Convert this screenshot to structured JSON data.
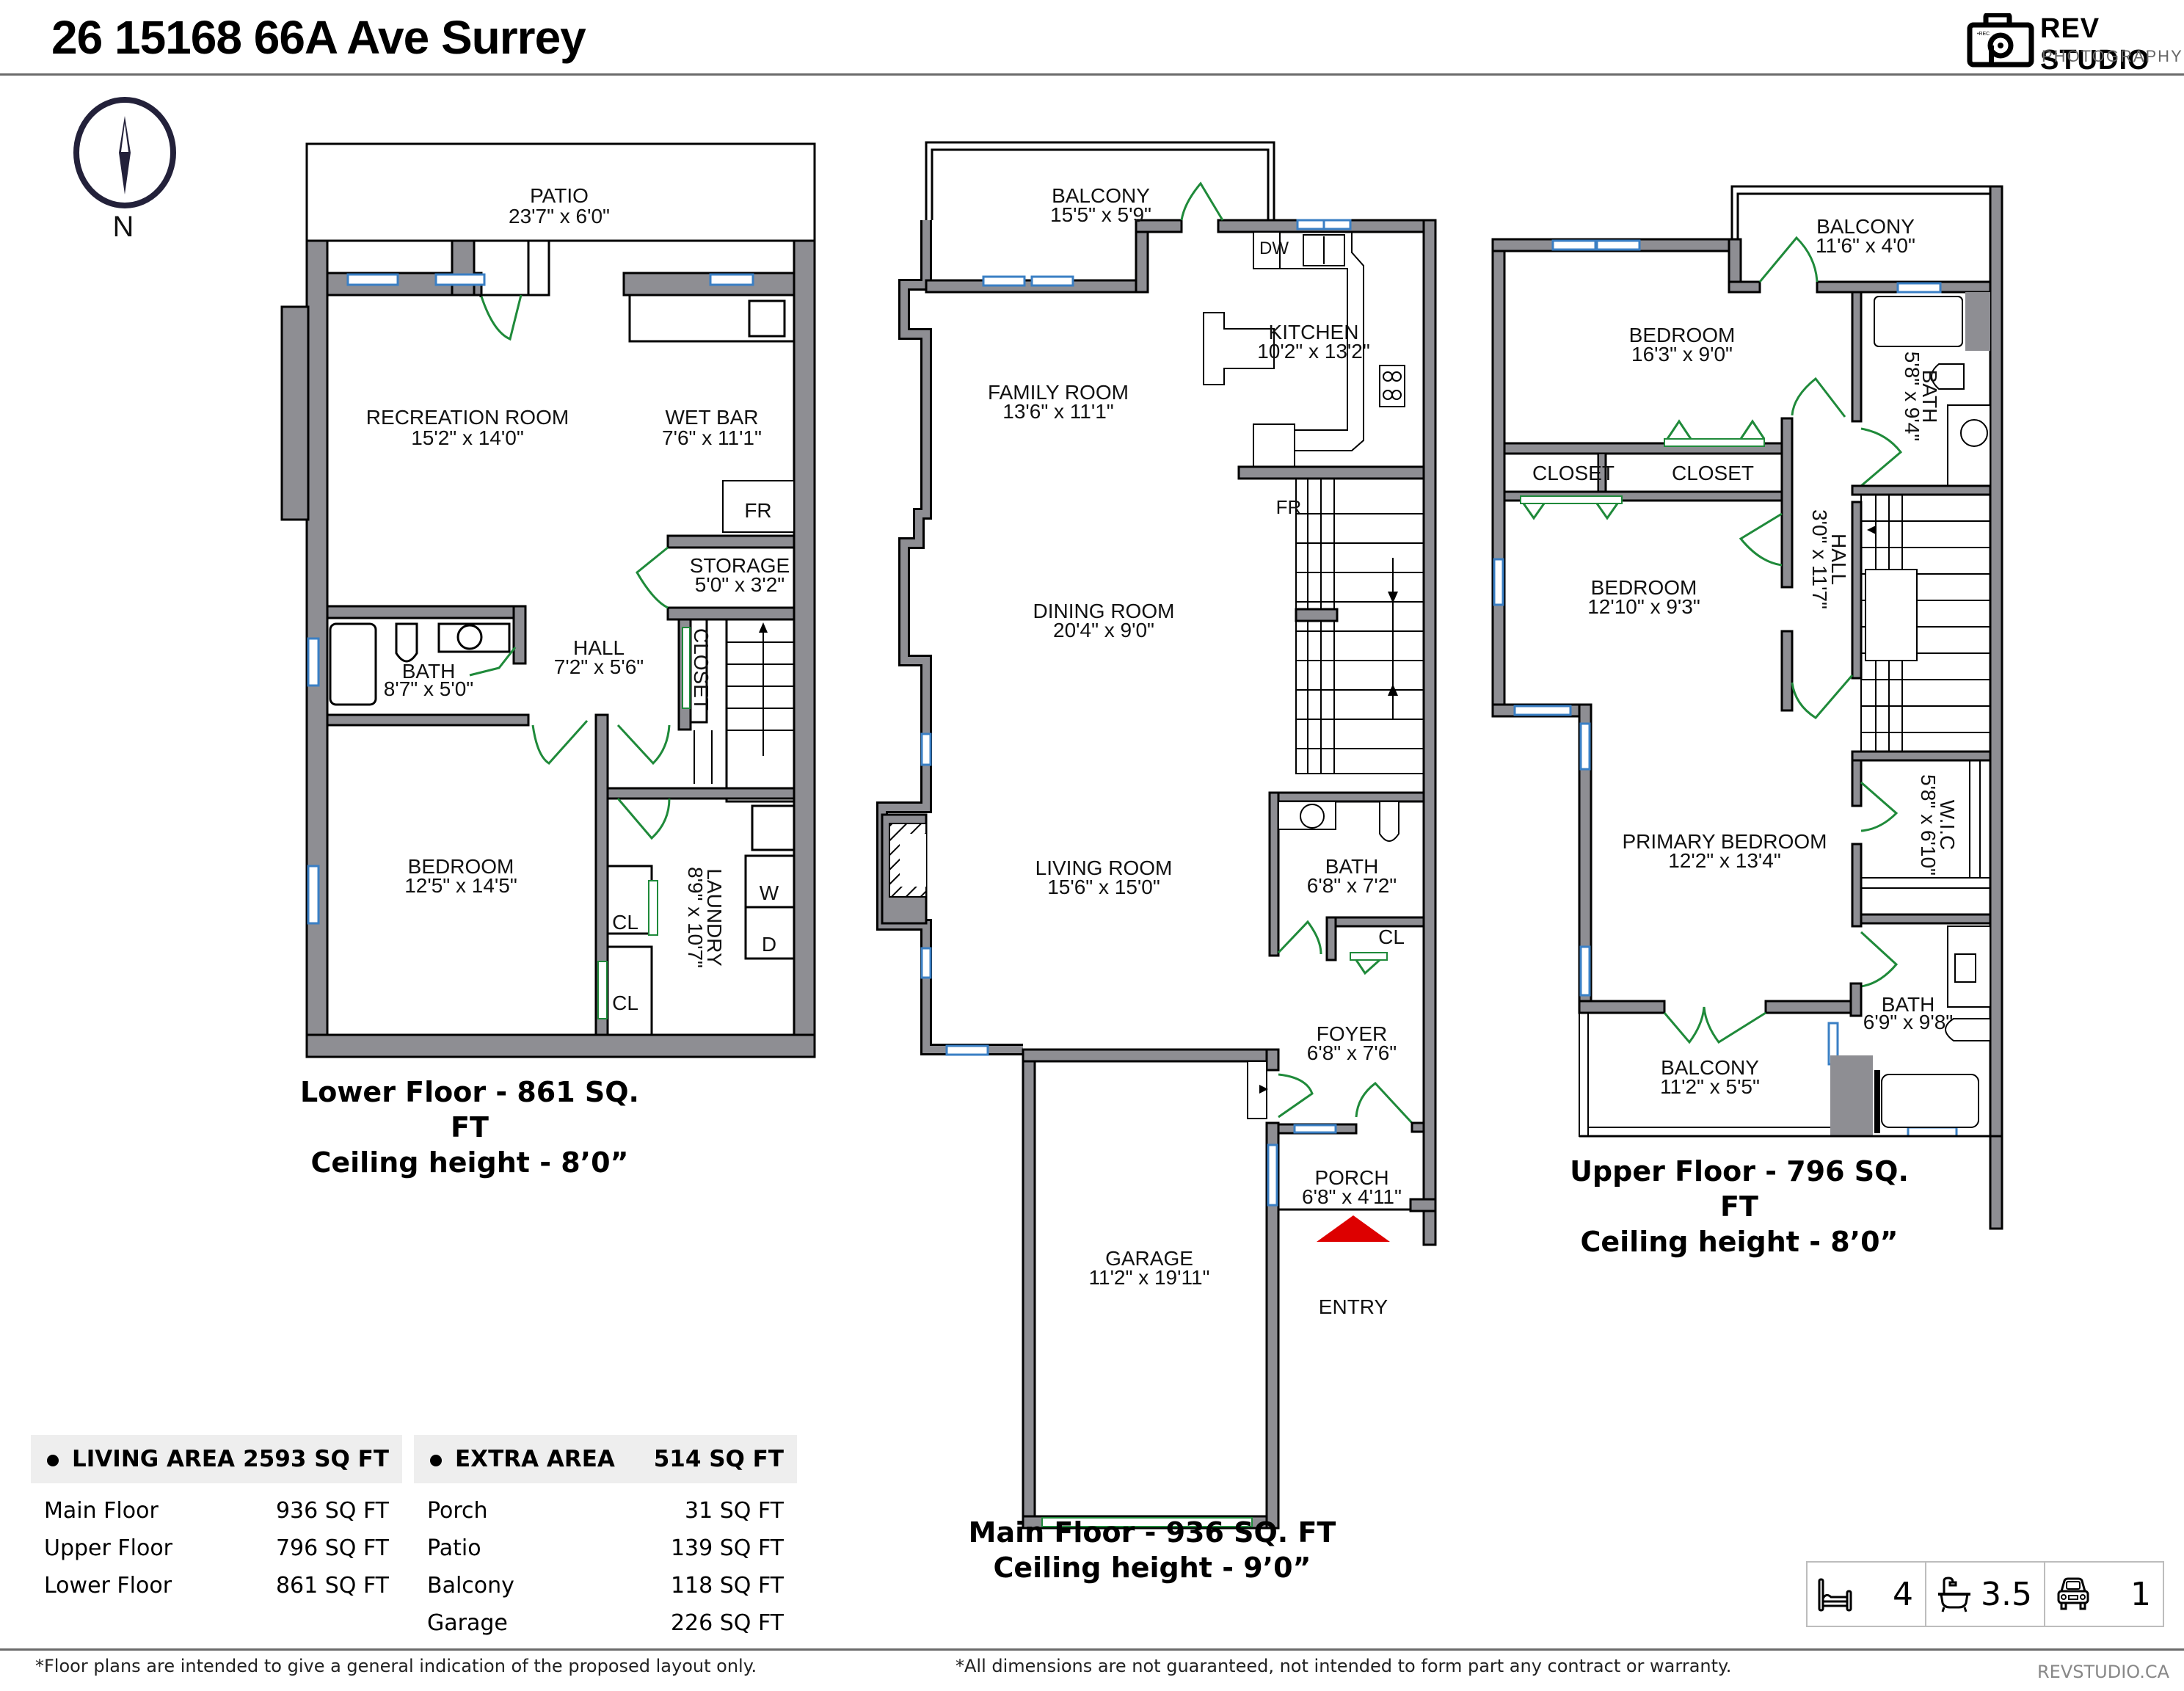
{
  "header": {
    "title": "26 15168 66A Ave Surrey",
    "logo": {
      "brand": "REV STUDIO",
      "sub": "PHOTOGRAPHY",
      "icon": "camera-icon",
      "icon_badge": "•REC"
    }
  },
  "compass": {
    "label": "N",
    "icon": "compass-icon"
  },
  "floors": {
    "lower": {
      "caption_line1": "Lower Floor - 861 SQ. FT",
      "caption_line2": "Ceiling height - 8’0”",
      "rooms": [
        {
          "name": "PATIO",
          "dims": "23'7\" x 6'0\""
        },
        {
          "name": "RECREATION ROOM",
          "dims": "15'2\" x 14'0\""
        },
        {
          "name": "WET BAR",
          "dims": "7'6\" x 11'1\""
        },
        {
          "name": "FR",
          "dims": ""
        },
        {
          "name": "STORAGE",
          "dims": "5'0\" x 3'2\""
        },
        {
          "name": "HALL",
          "dims": "7'2\" x 5'6\""
        },
        {
          "name": "CLOSET",
          "dims": ""
        },
        {
          "name": "BATH",
          "dims": "8'7\" x 5'0\""
        },
        {
          "name": "BEDROOM",
          "dims": "12'5\" x 14'5\""
        },
        {
          "name": "LAUNDRY",
          "dims": "8'9\" x 10'7\""
        },
        {
          "name": "CL",
          "dims": ""
        },
        {
          "name": "CL",
          "dims": ""
        },
        {
          "name": "W",
          "dims": ""
        },
        {
          "name": "D",
          "dims": ""
        }
      ]
    },
    "main": {
      "caption_line1": "Main Floor - 936 SQ. FT",
      "caption_line2": "Ceiling height - 9’0”",
      "rooms": [
        {
          "name": "BALCONY",
          "dims": "15'5\" x 5'9\""
        },
        {
          "name": "DW",
          "dims": ""
        },
        {
          "name": "KITCHEN",
          "dims": "10'2\" x 13'2\""
        },
        {
          "name": "FAMILY ROOM",
          "dims": "13'6\" x 11'1\""
        },
        {
          "name": "FR",
          "dims": ""
        },
        {
          "name": "DINING ROOM",
          "dims": "20'4\" x 9'0\""
        },
        {
          "name": "LIVING ROOM",
          "dims": "15'6\" x 15'0\""
        },
        {
          "name": "BATH",
          "dims": "6'8\" x 7'2\""
        },
        {
          "name": "CL",
          "dims": ""
        },
        {
          "name": "FOYER",
          "dims": "6'8\" x 7'6\""
        },
        {
          "name": "PORCH",
          "dims": "6'8\" x 4'11\""
        },
        {
          "name": "GARAGE",
          "dims": "11'2\" x 19'11\""
        }
      ],
      "entry_label": "ENTRY"
    },
    "upper": {
      "caption_line1": "Upper Floor - 796 SQ. FT",
      "caption_line2": "Ceiling height - 8’0”",
      "rooms": [
        {
          "name": "BALCONY",
          "dims": "11'6\" x 4'0\""
        },
        {
          "name": "BEDROOM",
          "dims": "16'3\" x 9'0\""
        },
        {
          "name": "BATH",
          "dims": "5'8\" x 9'4\""
        },
        {
          "name": "CLOSET",
          "dims": ""
        },
        {
          "name": "CLOSET",
          "dims": ""
        },
        {
          "name": "HALL",
          "dims": "3'0\" x 11'7\""
        },
        {
          "name": "BEDROOM",
          "dims": "12'10\" x 9'3\""
        },
        {
          "name": "PRIMARY BEDROOM",
          "dims": "12'2\" x 13'4\""
        },
        {
          "name": "W.I.C",
          "dims": "5'8\" x 6'10\""
        },
        {
          "name": "BATH",
          "dims": "6'9\" x 9'8\""
        },
        {
          "name": "BALCONY",
          "dims": "11'2\" x 5'5\""
        }
      ]
    }
  },
  "area_summary": {
    "living": {
      "label": "LIVING AREA",
      "total": "2593 SQ FT",
      "rows": [
        {
          "label": "Main Floor",
          "value": "936 SQ FT"
        },
        {
          "label": "Upper Floor",
          "value": "796 SQ FT"
        },
        {
          "label": "Lower Floor",
          "value": "861 SQ FT"
        }
      ]
    },
    "extra": {
      "label": "EXTRA AREA",
      "total": "514 SQ FT",
      "rows": [
        {
          "label": "Porch",
          "value": "31 SQ FT"
        },
        {
          "label": "Patio",
          "value": "139 SQ FT"
        },
        {
          "label": "Balcony",
          "value": "118 SQ FT"
        },
        {
          "label": "Garage",
          "value": "226 SQ FT"
        }
      ]
    }
  },
  "stats": [
    {
      "icon": "bed-icon",
      "value": "4"
    },
    {
      "icon": "bathtub-icon",
      "value": "3.5"
    },
    {
      "icon": "car-icon",
      "value": "1"
    }
  ],
  "footer": {
    "note_left": "*Floor plans are intended to give a general indication of the proposed layout only.",
    "note_right": "*All dimensions are not guaranteed, not intended to form part any contract or warranty.",
    "url": "REVSTUDIO.CA"
  },
  "colors": {
    "wall_fill": "#8e8e93",
    "wall_stroke": "#111111",
    "window": "#3a7fc4",
    "door": "#1f8a3a",
    "entry_marker": "#dd0000",
    "table_header_bg": "#eeeeee"
  }
}
